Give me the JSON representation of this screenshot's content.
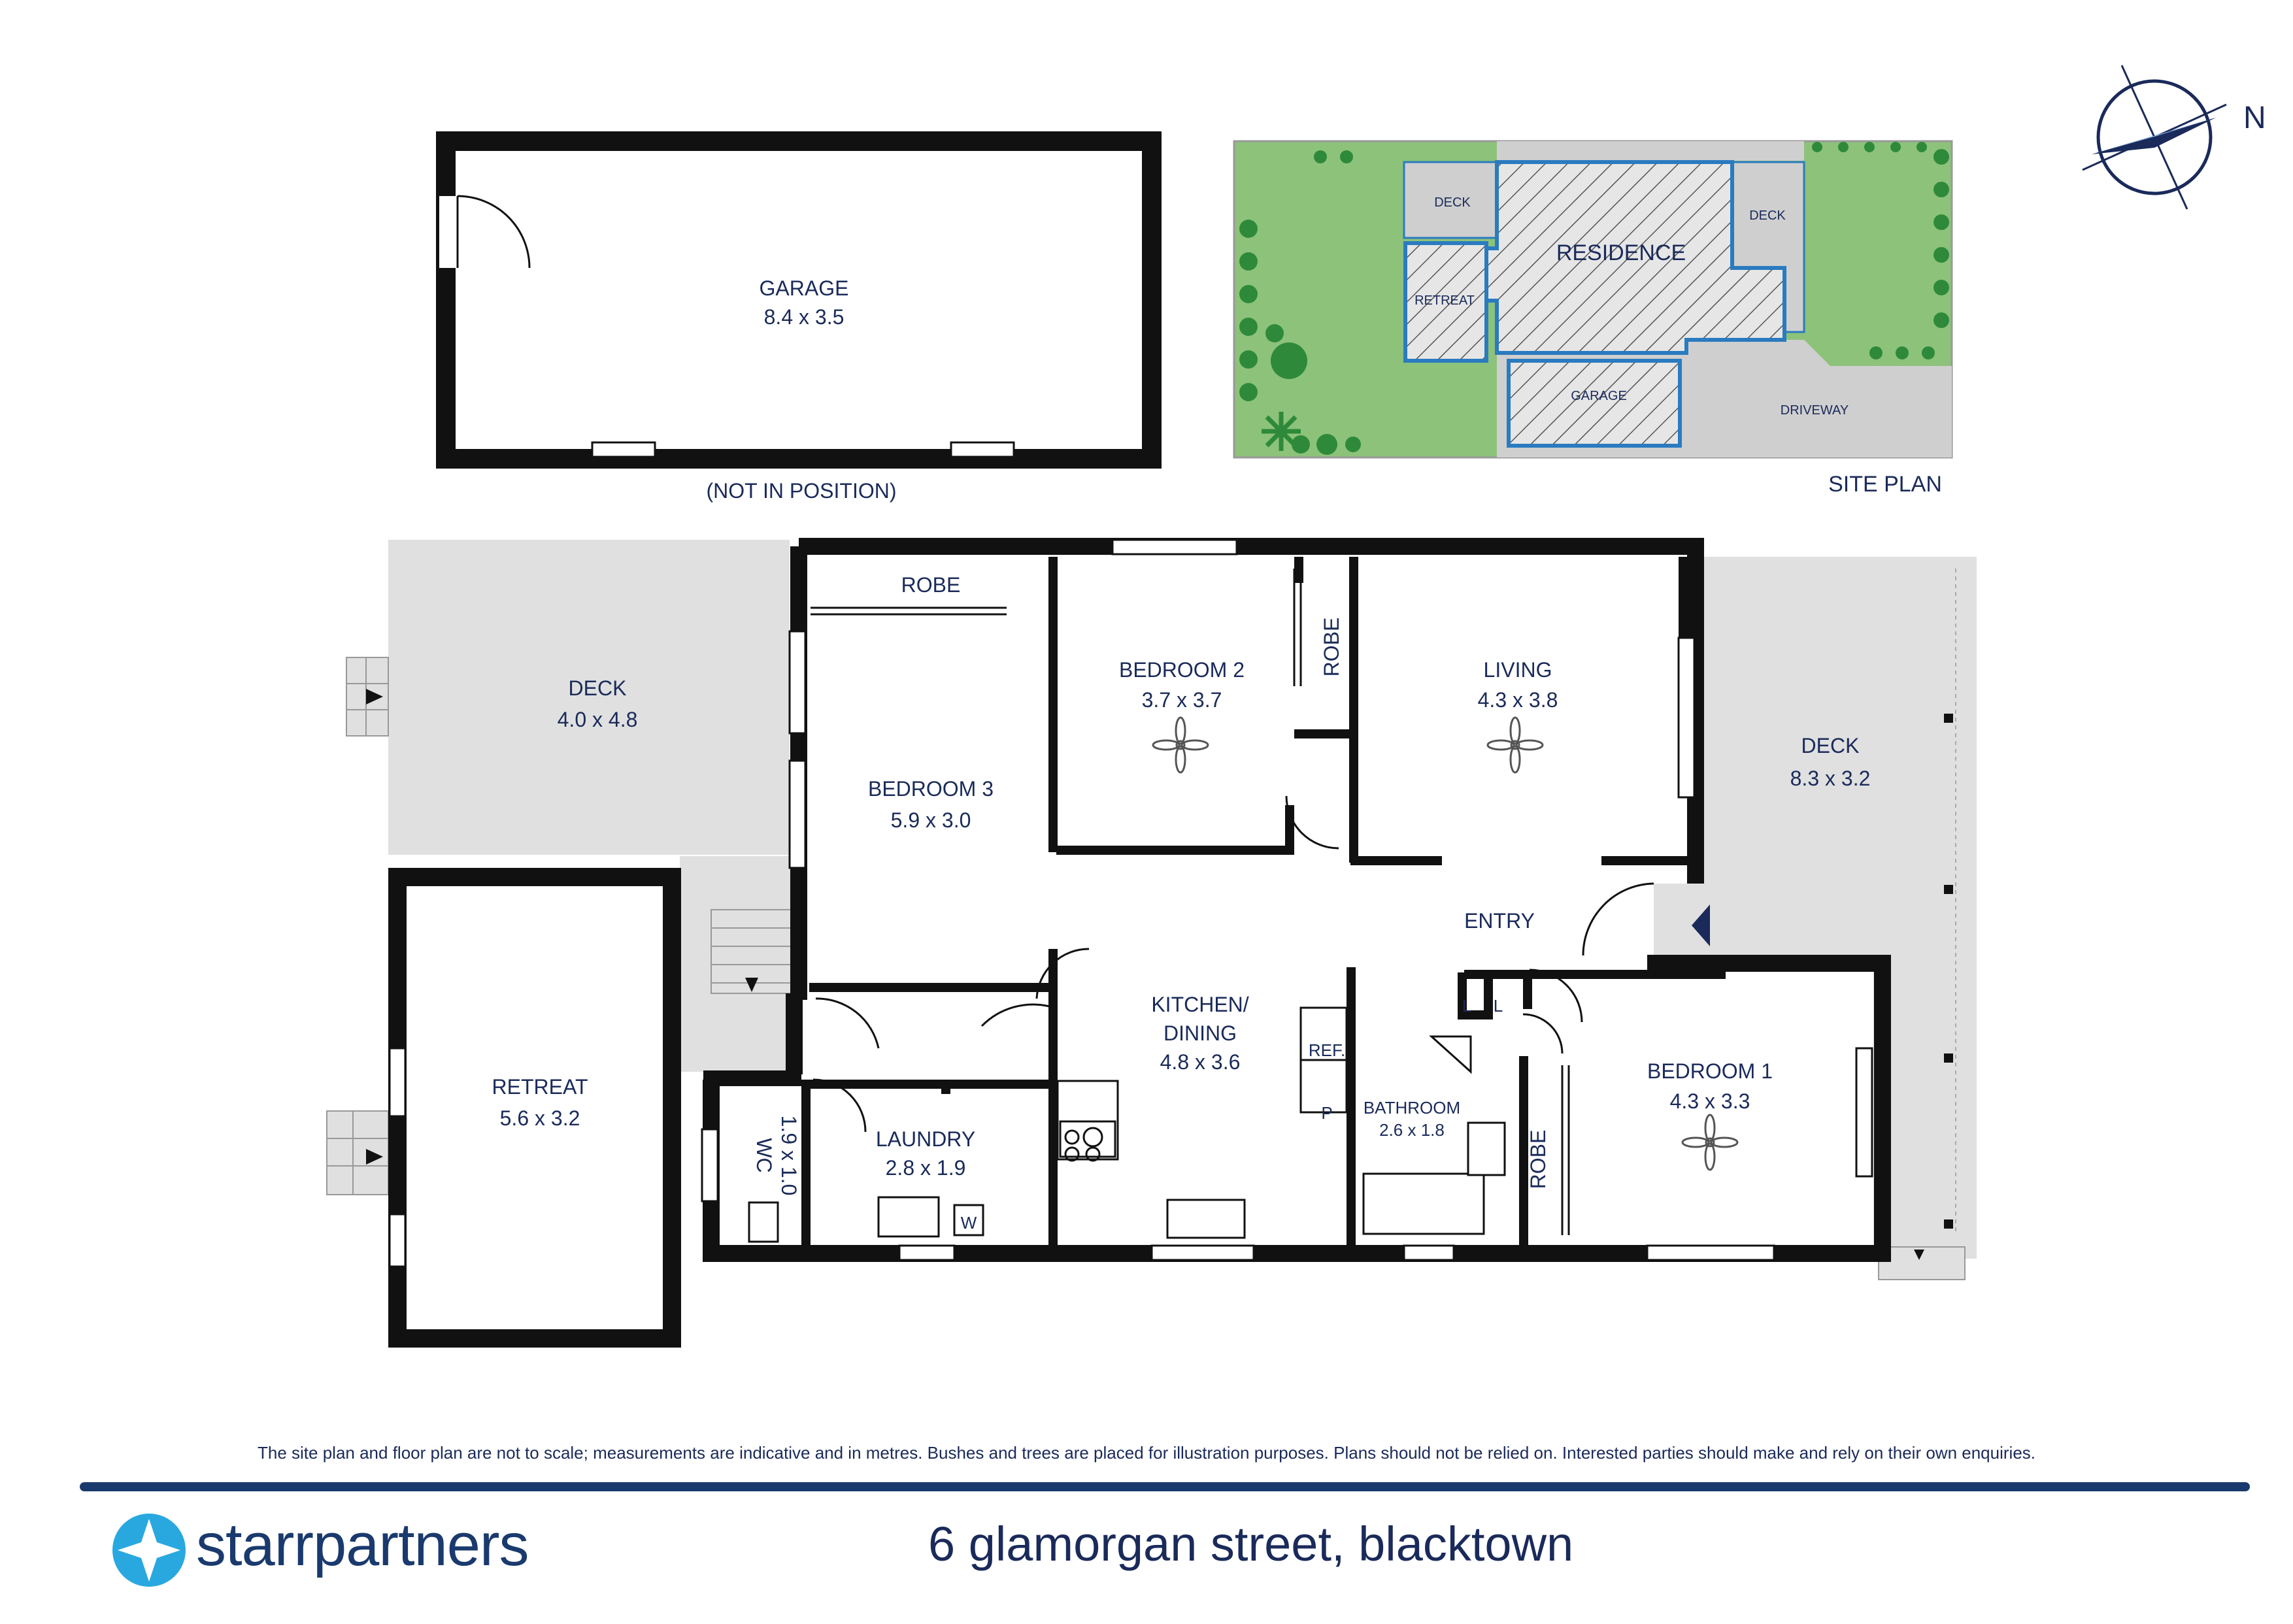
{
  "garage_outbuilding": {
    "label": "GARAGE",
    "dim": "8.4 x 3.5",
    "note": "(NOT IN POSITION)"
  },
  "site_plan": {
    "title": "SITE PLAN",
    "labels": {
      "deck_left": "DECK",
      "deck_right": "DECK",
      "residence": "RESIDENCE",
      "retreat": "RETREAT",
      "garage": "GARAGE",
      "driveway": "DRIVEWAY"
    }
  },
  "compass": {
    "label": "N"
  },
  "rooms": {
    "deck_west": {
      "label": "DECK",
      "dim": "4.0 x 4.8"
    },
    "retreat": {
      "label": "RETREAT",
      "dim": "5.6 x 3.2"
    },
    "robe_b3": {
      "label": "ROBE"
    },
    "bedroom3": {
      "label": "BEDROOM 3",
      "dim": "5.9 x 3.0"
    },
    "bedroom2": {
      "label": "BEDROOM 2",
      "dim": "3.7 x 3.7"
    },
    "robe_b2": {
      "label": "ROBE"
    },
    "living": {
      "label": "LIVING",
      "dim": "4.3 x 3.8"
    },
    "deck_east": {
      "label": "DECK",
      "dim": "8.3 x 3.2"
    },
    "entry": {
      "label": "ENTRY"
    },
    "kitchen": {
      "label": "KITCHEN/",
      "label2": "DINING",
      "dim": "4.8 x 3.6"
    },
    "ref": {
      "label": "REF."
    },
    "pantry": {
      "label": "P"
    },
    "wc": {
      "label": "WC",
      "dim": "1.9 x 1.0"
    },
    "laundry": {
      "label": "LAUNDRY",
      "dim": "2.8 x 1.9",
      "w": "W"
    },
    "linen1": {
      "label": "L"
    },
    "linen2": {
      "label": "L"
    },
    "bathroom": {
      "label": "BATHROOM",
      "dim": "2.6 x 1.8"
    },
    "robe_b1": {
      "label": "ROBE"
    },
    "bedroom1": {
      "label": "BEDROOM 1",
      "dim": "4.3 x 3.3"
    }
  },
  "footer": {
    "disclaimer": "The site plan and floor plan are not to scale; measurements are indicative and in metres. Bushes and trees are placed for illustration purposes. Plans should not be relied on. Interested parties should make and rely on their own enquiries.",
    "brand": "starrpartners",
    "address": "6 glamorgan street, blacktown"
  },
  "colors": {
    "wall": "#111111",
    "deck": "#e0e0e0",
    "grass": "#8dc27a",
    "blue": "#2a7bbf",
    "navy": "#1a2a5a",
    "accent": "#29a8e0"
  }
}
